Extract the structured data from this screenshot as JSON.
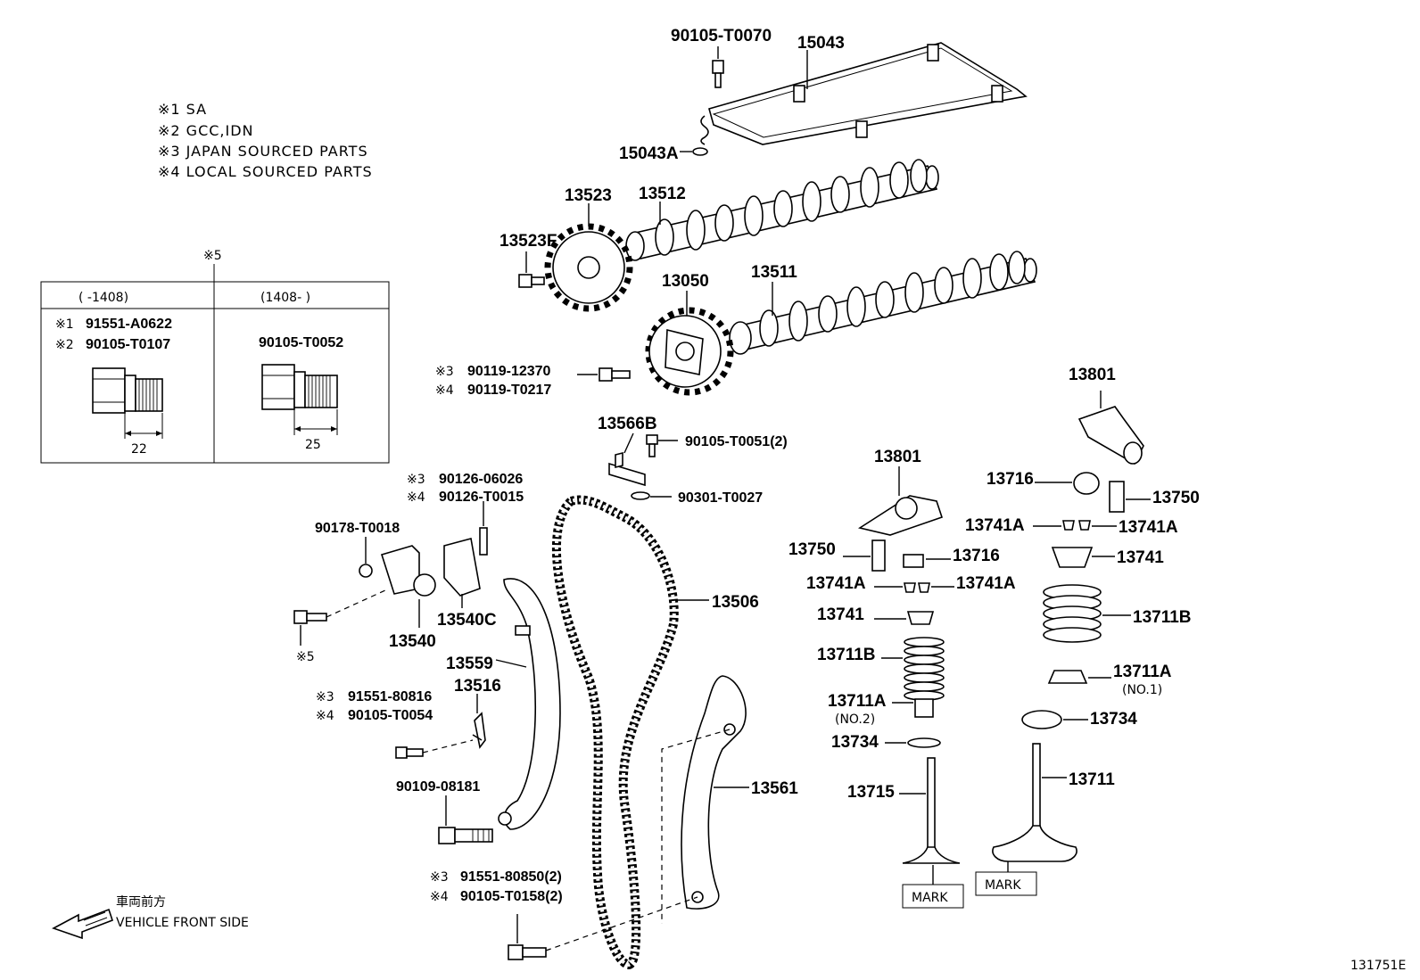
{
  "notes": [
    "※1 SA",
    "※2 GCC,IDN",
    "※3 JAPAN SOURCED PARTS",
    "※4 LOCAL SOURCED PARTS"
  ],
  "table": {
    "marker": "※5",
    "col1": {
      "header": "(      -1408)",
      "line1_mark": "※1",
      "line1_pn": "91551-A0622",
      "line2_mark": "※2",
      "line2_pn": "90105-T0107",
      "dim": "22"
    },
    "col2": {
      "header": "(1408-      )",
      "pn": "90105-T0052",
      "dim": "25"
    }
  },
  "labels": {
    "l90105T0070": "90105-T0070",
    "l15043": "15043",
    "l15043A": "15043A",
    "l13523": "13523",
    "l13512": "13512",
    "l13523F": "13523F",
    "l13050": "13050",
    "l13511": "13511",
    "l90119_12370_mark": "※3",
    "l90119_12370": "90119-12370",
    "l90119_T0217_mark": "※4",
    "l90119_T0217": "90119-T0217",
    "l13566B": "13566B",
    "l90105T0051": "90105-T0051(2)",
    "l90301T0027": "90301-T0027",
    "l90126_06026_mark": "※3",
    "l90126_06026": "90126-06026",
    "l90126_T0015_mark": "※4",
    "l90126_T0015": "90126-T0015",
    "l90178T0018": "90178-T0018",
    "l13540C": "13540C",
    "l13540": "13540",
    "l5": "※5",
    "l13559": "13559",
    "l13516": "13516",
    "l91551_80816_mark": "※3",
    "l91551_80816": "91551-80816",
    "l90105_T0054_mark": "※4",
    "l90105_T0054": "90105-T0054",
    "l90109_08181": "90109-08181",
    "l91551_80850_mark": "※3",
    "l91551_80850": "91551-80850(2)",
    "l90105_T0158_mark": "※4",
    "l90105_T0158": "90105-T0158(2)",
    "l13506": "13506",
    "l13561": "13561",
    "l13801a": "13801",
    "l13801b": "13801",
    "l13716a": "13716",
    "l13750a": "13750",
    "l13741Aa": "13741A",
    "l13741Ab": "13741A",
    "l13741a": "13741",
    "l13711Ba": "13711B",
    "l13711Aa": "13711A",
    "l13711Aa_sub": "(NO.1)",
    "l13734a": "13734",
    "l13711": "13711",
    "l13750b": "13750",
    "l13716b": "13716",
    "l13741Ac": "13741A",
    "l13741Ad": "13741A",
    "l13741b": "13741",
    "l13711Bb": "13711B",
    "l13711Ab": "13711A",
    "l13711Ab_sub": "(NO.2)",
    "l13734b": "13734",
    "l13715": "13715",
    "mark1": "MARK",
    "mark2": "MARK"
  },
  "front": {
    "jp": "車両前方",
    "en": "VEHICLE FRONT SIDE"
  },
  "figure_id": "131751E"
}
